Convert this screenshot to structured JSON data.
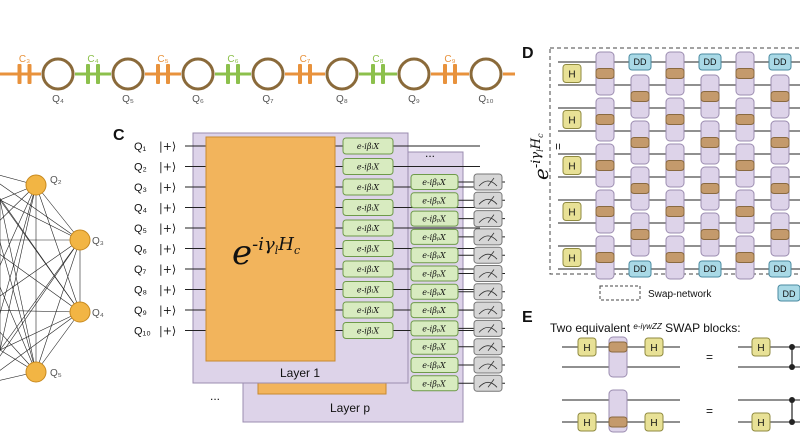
{
  "panels": {
    "C": "C",
    "D": "D",
    "E": "E"
  },
  "chain": {
    "couplers": [
      {
        "label": "C₃",
        "color": "#e8923c"
      },
      {
        "label": "C₄",
        "color": "#8cc04c"
      },
      {
        "label": "C₅",
        "color": "#e8923c"
      },
      {
        "label": "C₆",
        "color": "#8cc04c"
      },
      {
        "label": "C₇",
        "color": "#e8923c"
      },
      {
        "label": "C₈",
        "color": "#8cc04c"
      },
      {
        "label": "C₉",
        "color": "#e8923c"
      }
    ],
    "qubits": [
      "Q₄",
      "Q₅",
      "Q₆",
      "Q₇",
      "Q₈",
      "Q₉",
      "Q₁₀"
    ]
  },
  "graph": {
    "nodes": [
      "Q₂",
      "Q₃",
      "Q₄",
      "Q₅"
    ]
  },
  "circuit_c": {
    "qubits": [
      "Q₁",
      "Q₂",
      "Q₃",
      "Q₄",
      "Q₅",
      "Q₆",
      "Q₇",
      "Q₈",
      "Q₉",
      "Q₁₀"
    ],
    "ket": "|+⟩",
    "cost_unitary": {
      "base": "e",
      "exponent": "-iγ",
      "sub": "l",
      "op": "H",
      "op_sub": "c"
    },
    "mixer_l": "e-iβₗX",
    "mixer_p": "e-iβₚX",
    "layer_1": "Layer 1",
    "layer_p": "Layer p",
    "ellipsis": "..."
  },
  "circuit_d": {
    "h_label": "H",
    "dd_label": "DD",
    "side_eq": "=",
    "side_expr": "e-iγₗHc",
    "legend_swap": "Swap-network",
    "legend_dd": "DD"
  },
  "panel_e": {
    "caption_pre": "Two equivalent",
    "caption_exp": "e-iγwZZ",
    "caption_post": "SWAP blocks:",
    "h_label": "H",
    "equals": "="
  },
  "colors": {
    "orange": "#e8923c",
    "green": "#8cc04c",
    "node_orange": "#f2b544",
    "gate_green": "#d8ebc0",
    "purple": "#ddd3e9",
    "brown": "#c49a6c",
    "h_yellow": "#e8e196",
    "dd_blue": "#a9d9e6",
    "cost_orange": "#f2b45c"
  }
}
